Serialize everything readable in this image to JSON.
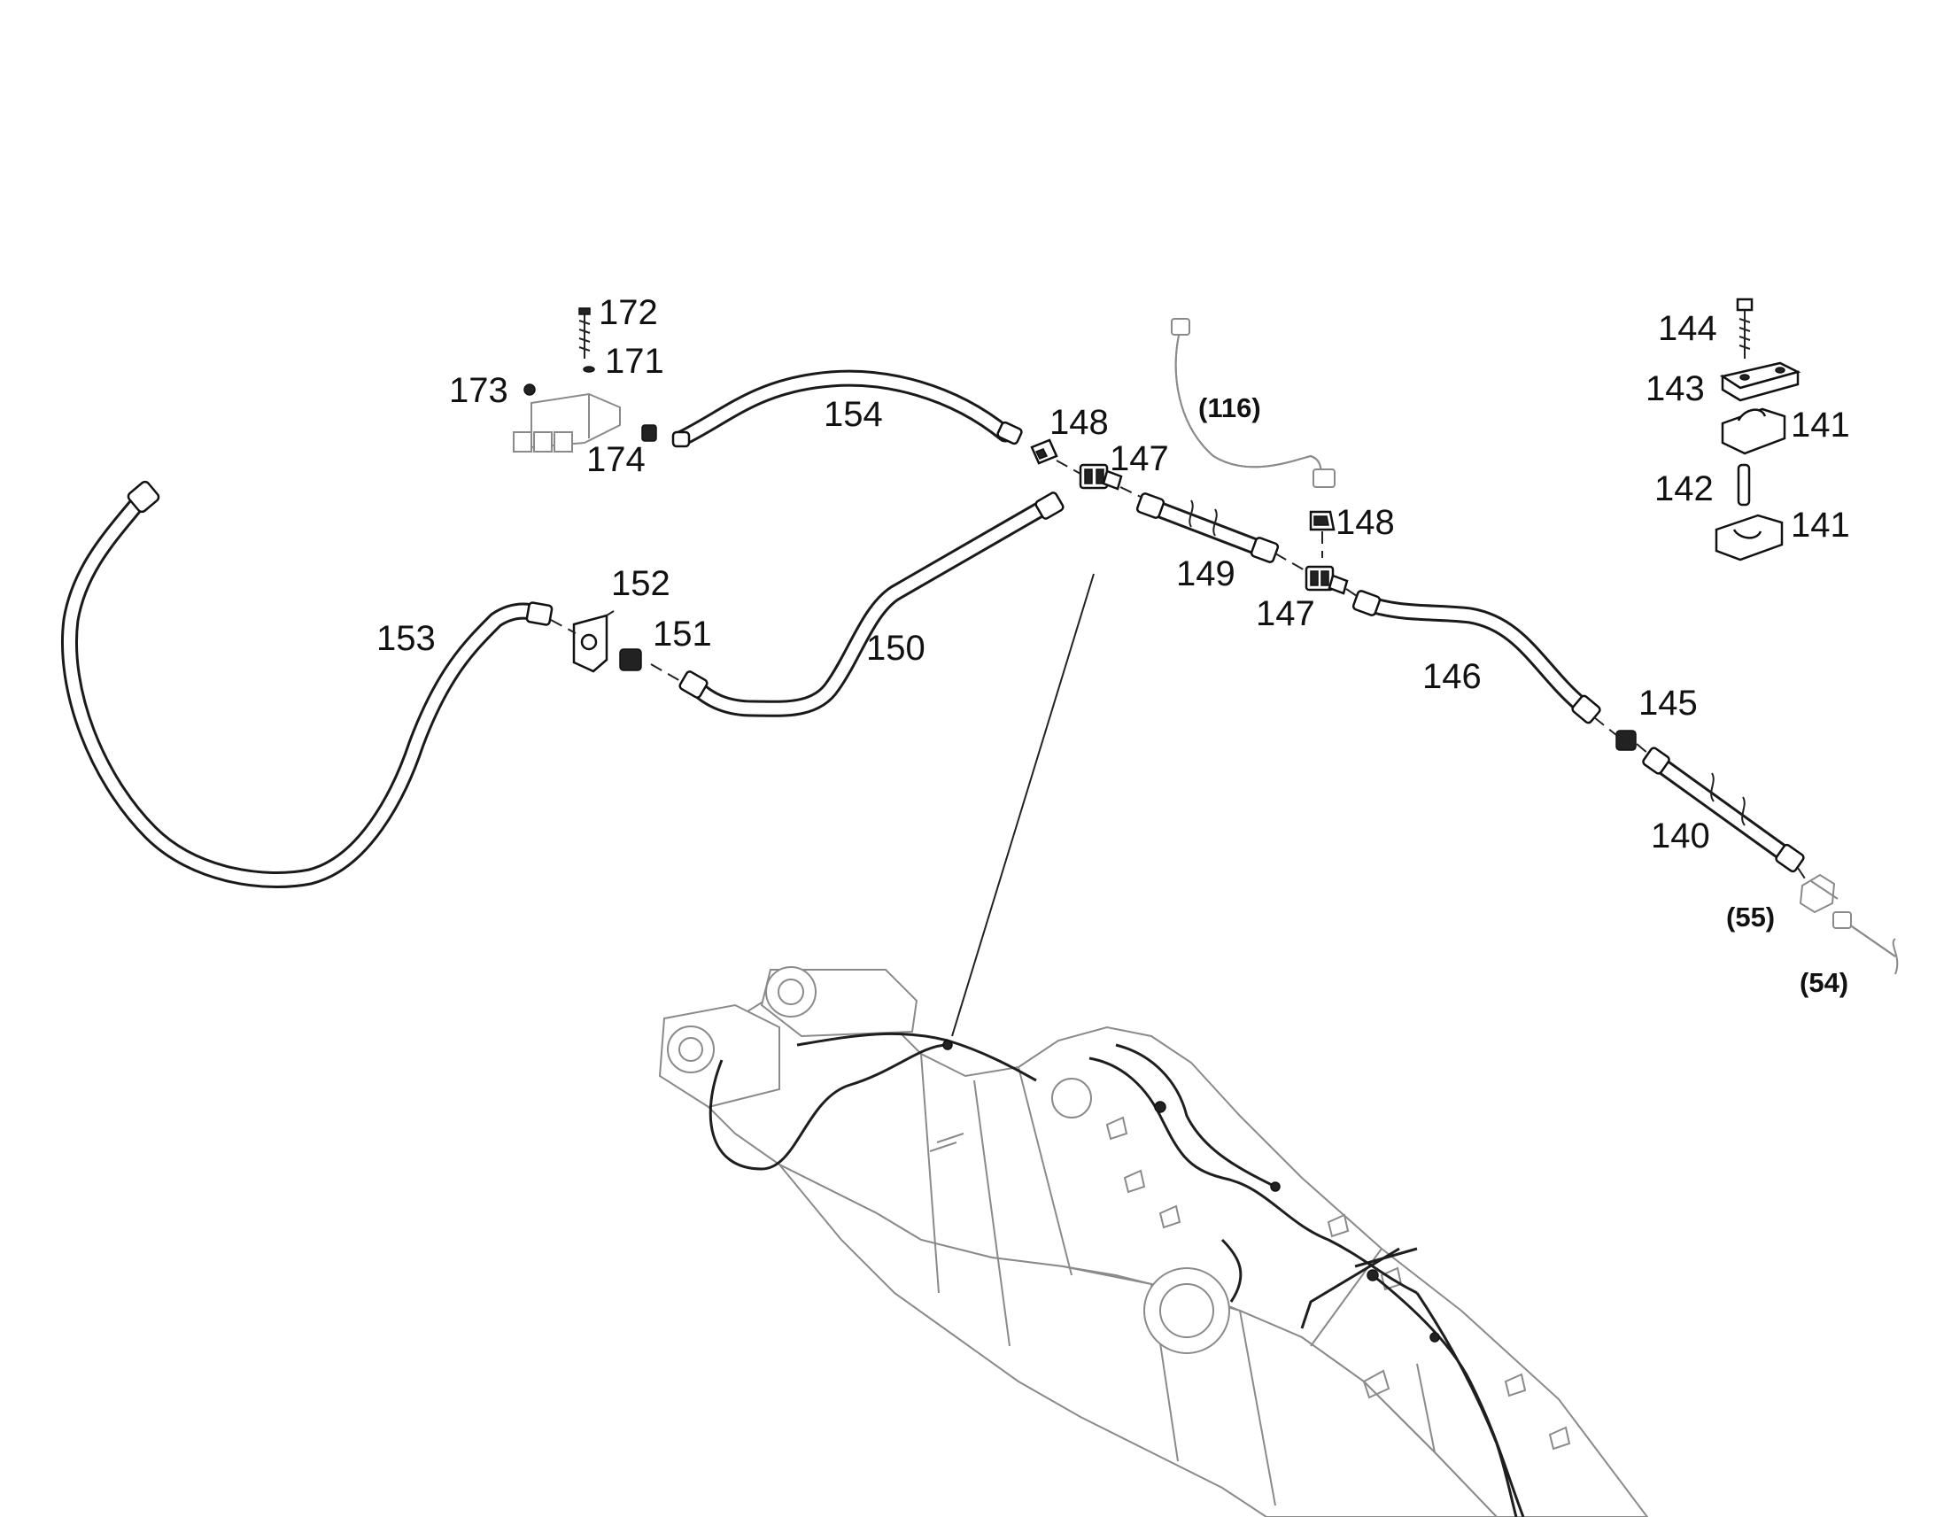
{
  "labels": {
    "p172": "172",
    "p171": "171",
    "p173": "173",
    "p174": "174",
    "p154": "154",
    "p148a": "148",
    "p147a": "147",
    "p116": "(116)",
    "p148b": "148",
    "p149": "149",
    "p147b": "147",
    "p152": "152",
    "p151": "151",
    "p153": "153",
    "p150": "150",
    "p146": "146",
    "p145": "145",
    "p140": "140",
    "p55": "(55)",
    "p54": "(54)",
    "p144": "144",
    "p143": "143",
    "p141a": "141",
    "p142": "142",
    "p141b": "141"
  },
  "icons": [
    "hose",
    "fitting",
    "tee-connector",
    "clamp-half",
    "bolt",
    "pin",
    "valve-block",
    "boom-assembly"
  ],
  "colors": {
    "line": "#1a1a1a",
    "ghost": "#8a8a8a",
    "background": "#ffffff"
  }
}
